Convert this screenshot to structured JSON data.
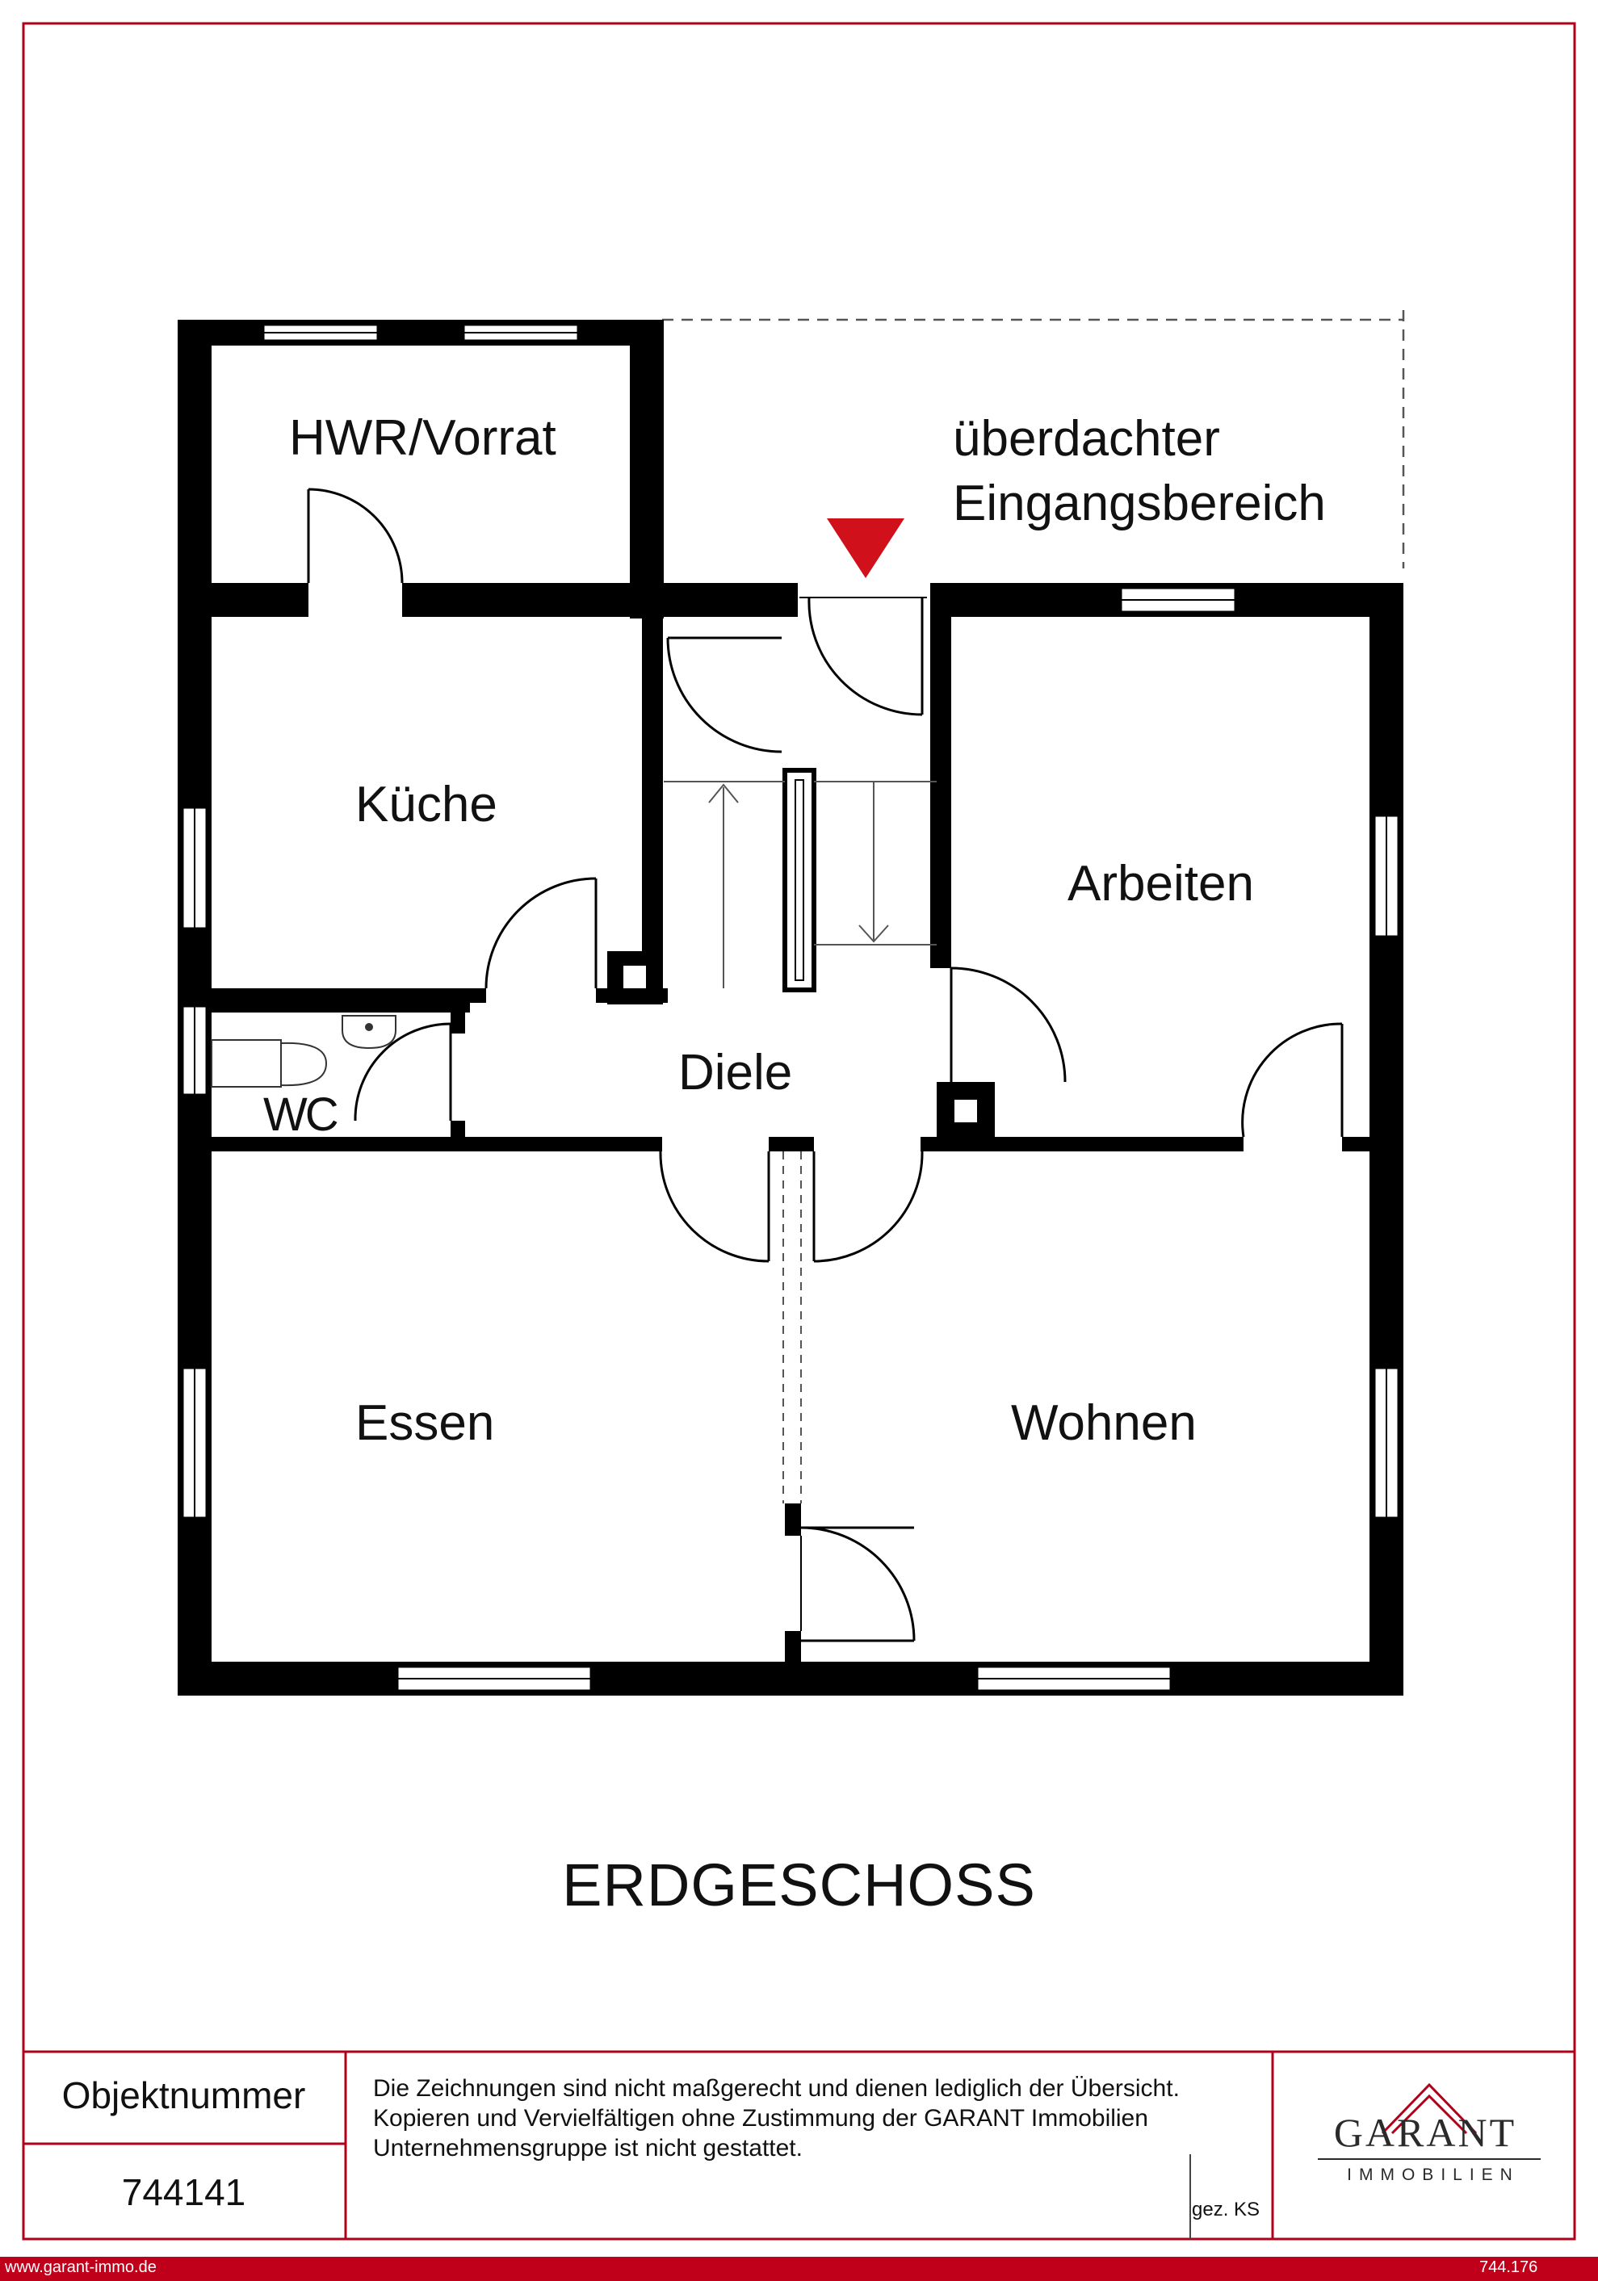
{
  "colors": {
    "border": "#b0001a",
    "wall": "#000000",
    "entry_marker": "#d0101a",
    "footer_bar": "#c0001b",
    "footer_text": "#ffffff"
  },
  "floor_plan": {
    "title": "ERDGESCHOSS",
    "rooms": {
      "hwr": "HWR/Vorrat",
      "entrance": "überdachter\nEingangsbereich",
      "kitchen": "Küche",
      "work": "Arbeiten",
      "hall": "Diele",
      "wc": "WC",
      "dining": "Essen",
      "living": "Wohnen"
    }
  },
  "title_block": {
    "object_number_label": "Objektnummer",
    "object_number": "744141",
    "disclaimer": "Die Zeichnungen sind nicht maßgerecht und dienen lediglich der Übersicht. Kopieren und Vervielfältigen ohne Zustimmung der GARANT Immobilien Unternehmensgruppe ist nicht gestattet.",
    "signed": "gez. KS",
    "brand_name": "GARANT",
    "brand_sub": "IMMOBILIEN",
    "brand_icon": "roof-logo-icon"
  },
  "footer": {
    "website": "www.garant-immo.de",
    "code": "744.176"
  }
}
